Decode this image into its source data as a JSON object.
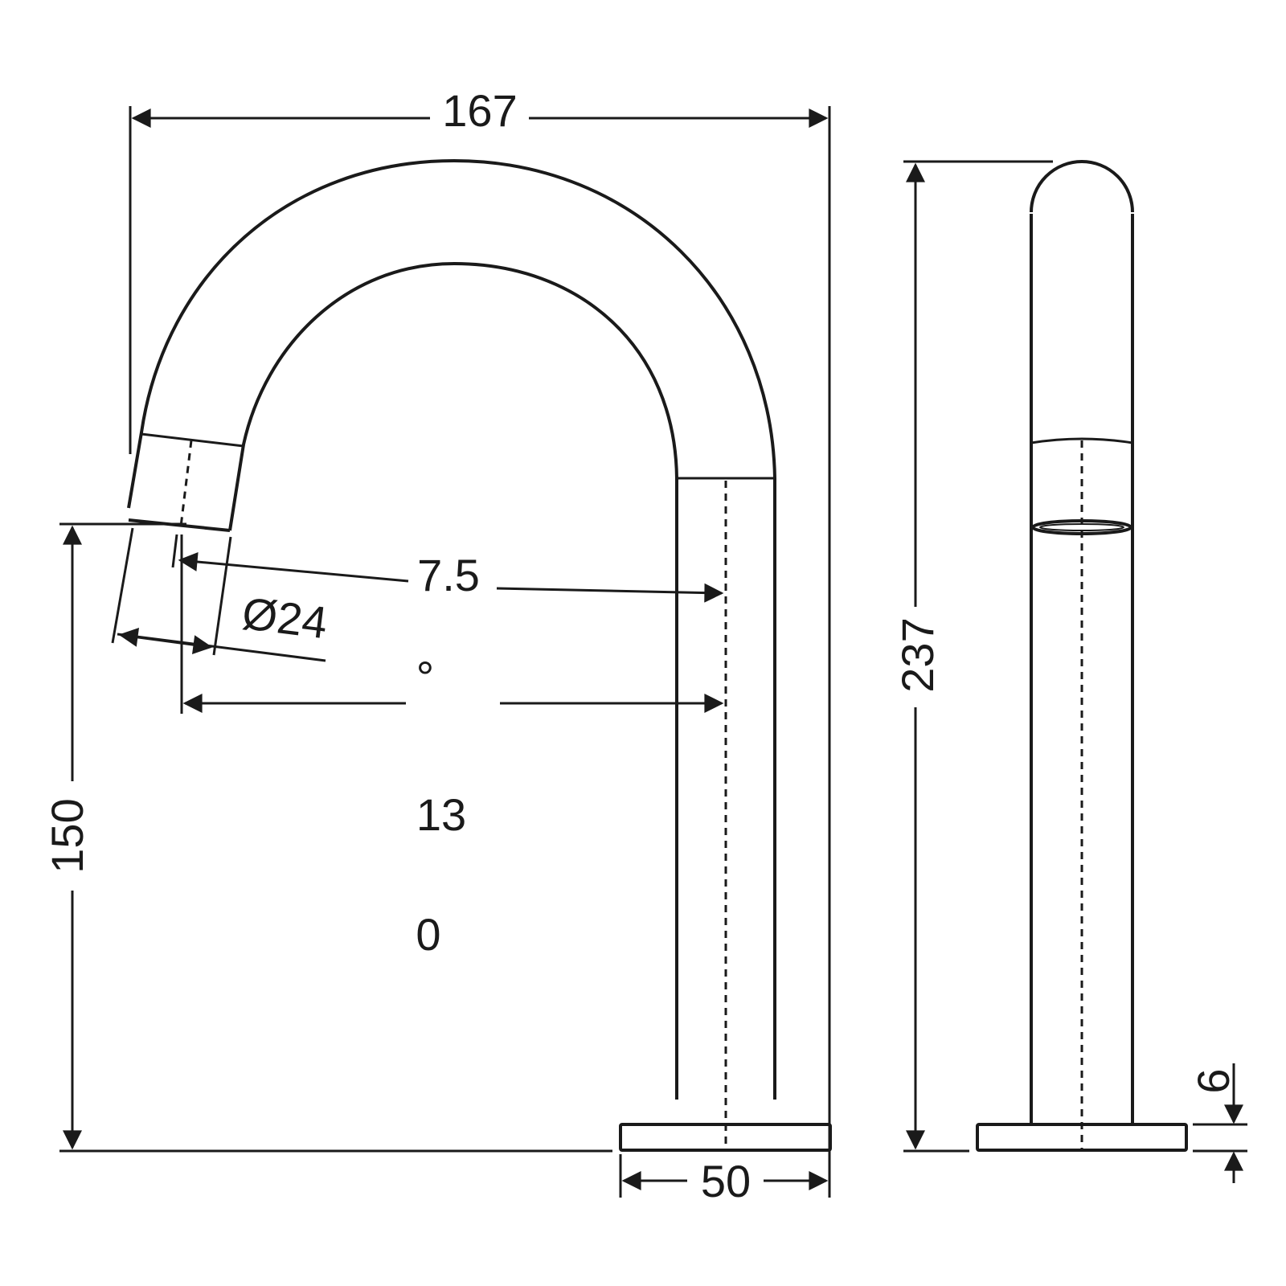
{
  "drawing": {
    "title": "Basin spout technical drawing",
    "stroke_color": "#1a1a1a",
    "background": "#ffffff"
  },
  "dimensions": {
    "overall_width": "167",
    "spout_height": "150",
    "total_height": "237",
    "base_width": "50",
    "base_thickness": "6",
    "outlet_diameter": "Ø24",
    "angle_value": "7.5",
    "angle_symbol": "°",
    "reach_line1": "13",
    "reach_line2": "0"
  }
}
